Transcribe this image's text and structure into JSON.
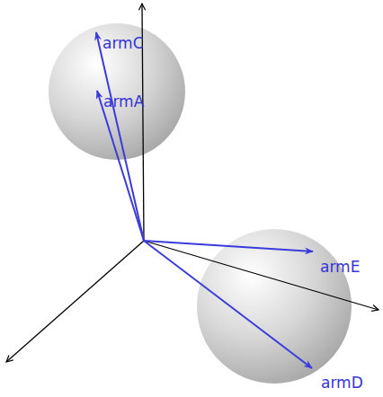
{
  "diagram": {
    "labels": [
      "armC",
      "armA",
      "armE",
      "armD"
    ]
  }
}
